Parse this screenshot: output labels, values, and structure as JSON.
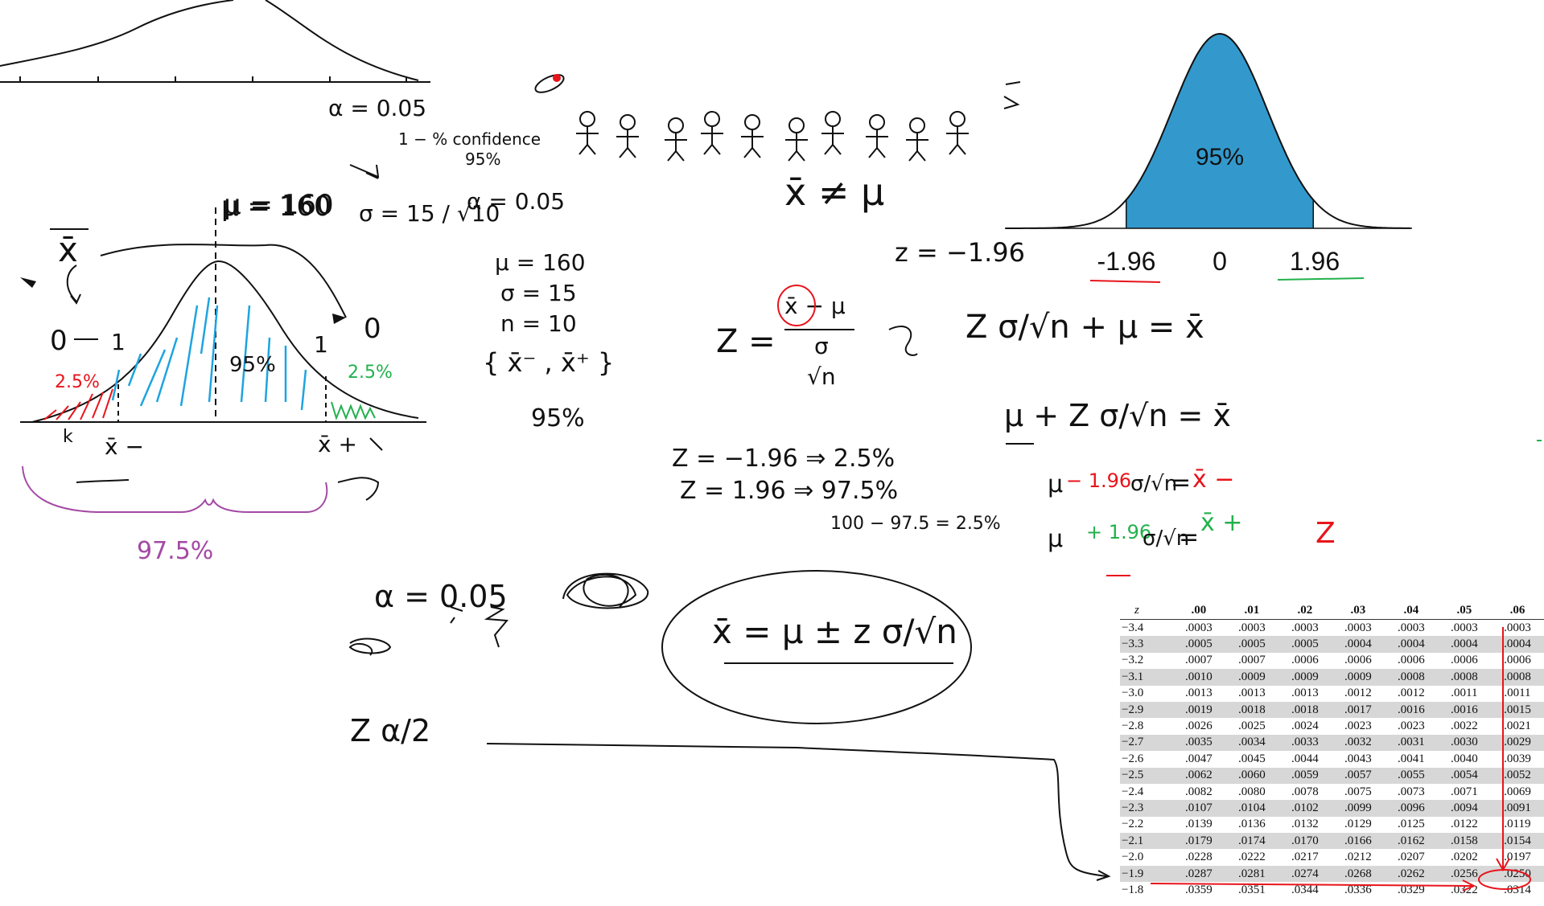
{
  "board": {
    "alpha_1": "α = 0.05",
    "confidence_note": "1 − % confidence",
    "pct_95_small": "95%",
    "alpha_2": "α = 0.05",
    "mu_160_top": "μ = 160",
    "sigma_formula": "σ = 15 / √10",
    "xbar_not_mu": "x̄ ≠ μ",
    "z_neg196": "z = −1.96",
    "givens": [
      "μ = 160",
      "σ = 15",
      "n = 10"
    ],
    "interval_set": "{ x̄⁻ , x̄⁺ }",
    "pct_95_mid": "95%",
    "z_formula_num": "x̄ − μ",
    "z_formula_den_sigma": "σ",
    "z_formula_den_root": "√n",
    "z_formula_lhs": "Z =",
    "solve_lhs": "Z σ/√n + μ = x̄",
    "solve_2": "μ + Z σ/√n = x̄",
    "solve_lower": {
      "mu": "μ",
      "op": "− 1.96",
      "frac": "σ/√n",
      "eq": "=",
      "res": "x̄ −"
    },
    "solve_upper": {
      "mu": "μ",
      "op": "+ 1.96",
      "frac": "σ/√n",
      "eq": "=",
      "res": "x̄ +"
    },
    "red_z": "Z",
    "z_to_pct_1": "Z = −1.96 ⇒ 2.5%",
    "z_to_pct_2": "Z = 1.96 ⇒ 97.5%",
    "z_to_pct_3": "100 − 97.5 = 2.5%",
    "alpha_3": "α = 0.05",
    "ci_formula": "x̄ = μ ± z σ/√n",
    "z_alpha_half": "Z α/2",
    "left_curve": {
      "xbar": "x̄",
      "mu": "μ = 160",
      "zero": "0",
      "one_left": "1",
      "one_right": "1",
      "zero_right": "0",
      "pct_left": "2.5%",
      "pct_mid": "95%",
      "pct_right": "2.5%",
      "k": "k",
      "xminus": "x̄ −",
      "xplus": "x̄ +",
      "pct_bottom": "97.5%"
    },
    "ink_colors": {
      "black": "#111111",
      "red": "#e8141b",
      "blue": "#1ea4e0",
      "green": "#22b14c",
      "purple": "#a349a4"
    }
  },
  "normal_chart": {
    "fill_color": "#3399cc",
    "center_label": "95%",
    "tick_left": "-1.96",
    "tick_mid": "0",
    "tick_right": "1.96"
  },
  "z_table": {
    "z_header": "z",
    "columns": [
      ".00",
      ".01",
      ".02",
      ".03",
      ".04",
      ".05",
      ".06"
    ],
    "rows": [
      {
        "z": "−3.4",
        "v": [
          ".0003",
          ".0003",
          ".0003",
          ".0003",
          ".0003",
          ".0003",
          ".0003"
        ]
      },
      {
        "z": "−3.3",
        "v": [
          ".0005",
          ".0005",
          ".0005",
          ".0004",
          ".0004",
          ".0004",
          ".0004"
        ]
      },
      {
        "z": "−3.2",
        "v": [
          ".0007",
          ".0007",
          ".0006",
          ".0006",
          ".0006",
          ".0006",
          ".0006"
        ]
      },
      {
        "z": "−3.1",
        "v": [
          ".0010",
          ".0009",
          ".0009",
          ".0009",
          ".0008",
          ".0008",
          ".0008"
        ]
      },
      {
        "z": "−3.0",
        "v": [
          ".0013",
          ".0013",
          ".0013",
          ".0012",
          ".0012",
          ".0011",
          ".0011"
        ]
      },
      {
        "z": "−2.9",
        "v": [
          ".0019",
          ".0018",
          ".0018",
          ".0017",
          ".0016",
          ".0016",
          ".0015"
        ]
      },
      {
        "z": "−2.8",
        "v": [
          ".0026",
          ".0025",
          ".0024",
          ".0023",
          ".0023",
          ".0022",
          ".0021"
        ]
      },
      {
        "z": "−2.7",
        "v": [
          ".0035",
          ".0034",
          ".0033",
          ".0032",
          ".0031",
          ".0030",
          ".0029"
        ]
      },
      {
        "z": "−2.6",
        "v": [
          ".0047",
          ".0045",
          ".0044",
          ".0043",
          ".0041",
          ".0040",
          ".0039"
        ]
      },
      {
        "z": "−2.5",
        "v": [
          ".0062",
          ".0060",
          ".0059",
          ".0057",
          ".0055",
          ".0054",
          ".0052"
        ]
      },
      {
        "z": "−2.4",
        "v": [
          ".0082",
          ".0080",
          ".0078",
          ".0075",
          ".0073",
          ".0071",
          ".0069"
        ]
      },
      {
        "z": "−2.3",
        "v": [
          ".0107",
          ".0104",
          ".0102",
          ".0099",
          ".0096",
          ".0094",
          ".0091"
        ]
      },
      {
        "z": "−2.2",
        "v": [
          ".0139",
          ".0136",
          ".0132",
          ".0129",
          ".0125",
          ".0122",
          ".0119"
        ]
      },
      {
        "z": "−2.1",
        "v": [
          ".0179",
          ".0174",
          ".0170",
          ".0166",
          ".0162",
          ".0158",
          ".0154"
        ]
      },
      {
        "z": "−2.0",
        "v": [
          ".0228",
          ".0222",
          ".0217",
          ".0212",
          ".0207",
          ".0202",
          ".0197"
        ]
      },
      {
        "z": "−1.9",
        "v": [
          ".0287",
          ".0281",
          ".0274",
          ".0268",
          ".0262",
          ".0256",
          ".0250"
        ]
      },
      {
        "z": "−1.8",
        "v": [
          ".0359",
          ".0351",
          ".0344",
          ".0336",
          ".0329",
          ".0322",
          ".0314"
        ]
      }
    ]
  }
}
